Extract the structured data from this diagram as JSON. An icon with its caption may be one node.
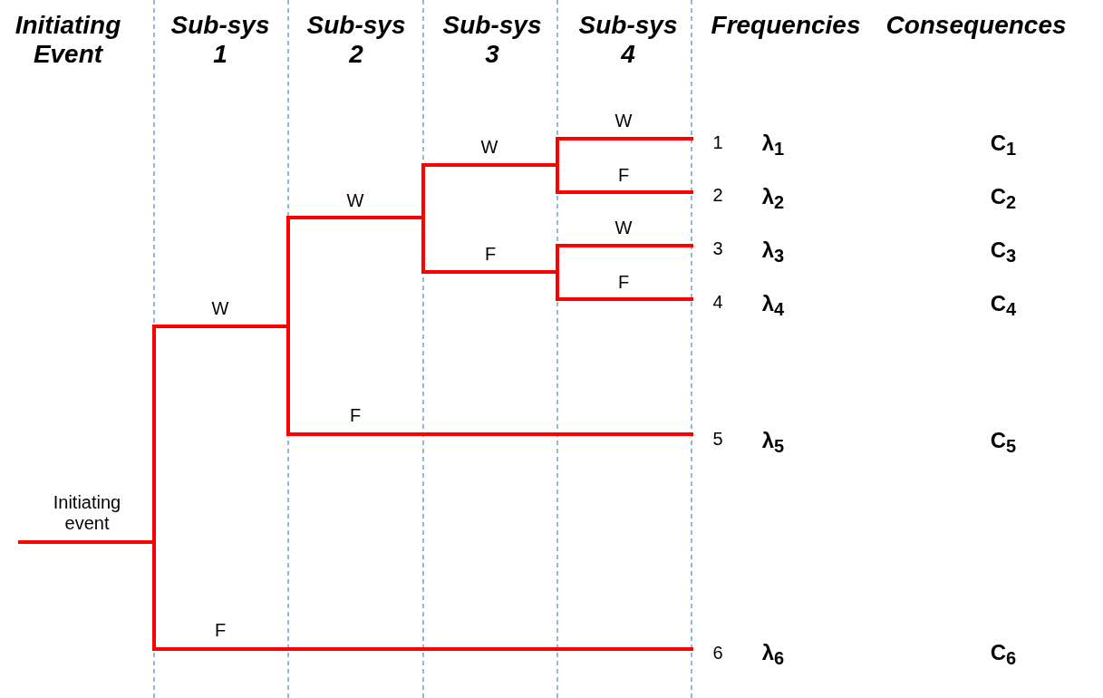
{
  "diagram": {
    "labels": [
      "Initiating Event",
      "Sub-sys 1",
      "Sub-sys 2",
      "Sub-sys 3",
      "Sub-sys 4",
      "Frequencies",
      "Consequences",
      "W",
      "W",
      "1",
      "λ$_{1}$",
      "C$_{1}$",
      "F",
      "W",
      "2",
      "λ$_{2}$",
      "C$_{2}$",
      "W",
      "F",
      "3",
      "λ$_{3}$",
      "C$_{3}$",
      "F",
      "4",
      "λ$_{4}$",
      "C$_{4}$",
      "W",
      "F",
      "5",
      "λ$_{5}$",
      "C$_{5}$",
      "Initiating event",
      "F",
      "6",
      "λ$_{6}$",
      "C$_{6}$"
    ]
  }
}
